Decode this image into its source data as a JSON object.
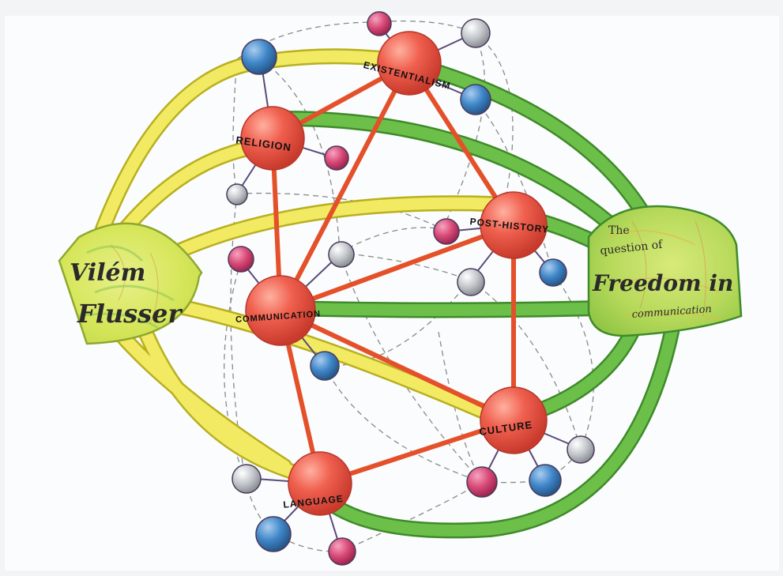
{
  "left_hub": {
    "line1": "Vilém",
    "line2": "Flusser"
  },
  "right_hub": {
    "line1": "The",
    "line2": "question of",
    "line3": "Freedom in",
    "line4": "communication"
  },
  "nodes": {
    "existentialism": "EXISTENTIALISM",
    "religion": "RELIGION",
    "post_history": "POST-HISTORY",
    "communication": "COMMUNICATION",
    "culture": "CULTURE",
    "language": "LANGUAGE"
  },
  "colors": {
    "paper": "#fbfcfd",
    "yellow_band": "#f2ea62",
    "green_band": "#6cc04a",
    "main_node": "#f0604f",
    "main_edge": "#e4502a",
    "satellite_blue": "#3f86c8",
    "satellite_pink": "#d84a77",
    "satellite_gray": "#c4c8cc",
    "dashed_line": "#8a8a8a",
    "stem_line": "#5a4a7a"
  }
}
